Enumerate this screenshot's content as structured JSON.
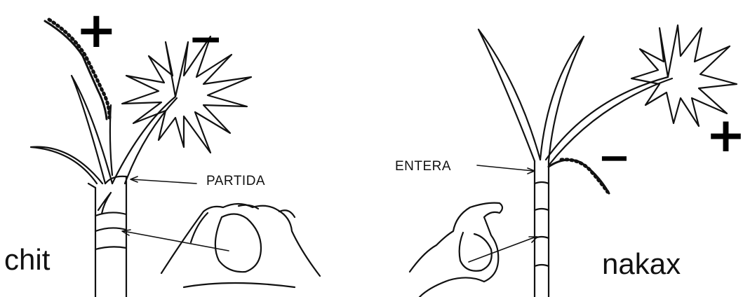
{
  "left_panel": {
    "word": "chit",
    "plus_sign": "+",
    "minus_sign": "−",
    "label": "PARTIDA"
  },
  "right_panel": {
    "word": "nakax",
    "plus_sign": "+",
    "minus_sign": "−",
    "label": "ENTERA"
  },
  "colors": {
    "ink": "#111111",
    "background": "#ffffff"
  }
}
